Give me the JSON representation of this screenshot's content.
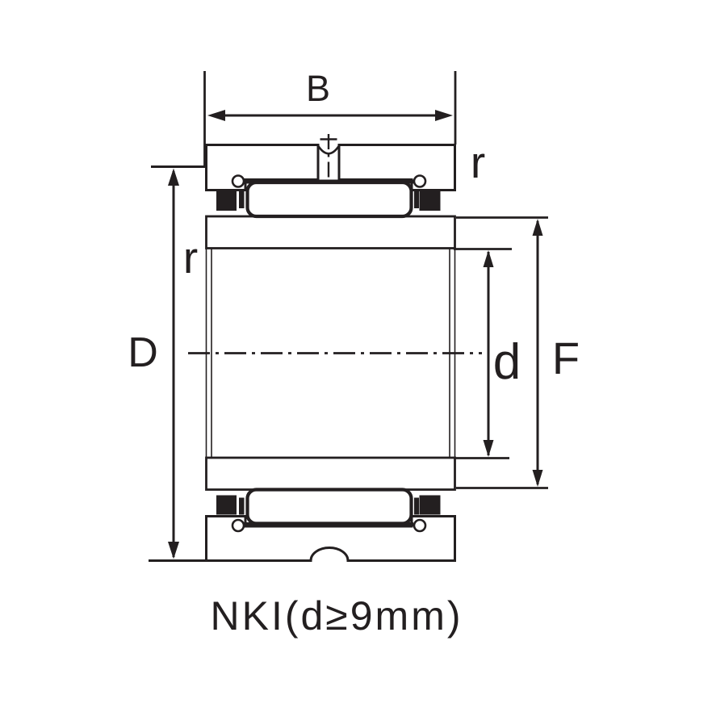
{
  "figure": {
    "caption": "NKI(d≥9mm)",
    "labels": {
      "width": "B",
      "outer_diameter": "D",
      "bore_diameter": "d",
      "inner_ring_raceway_diameter": "F",
      "chamfer_left": "r",
      "chamfer_right": "r"
    },
    "colors": {
      "ink": "#231f20",
      "background": "#ffffff"
    }
  }
}
